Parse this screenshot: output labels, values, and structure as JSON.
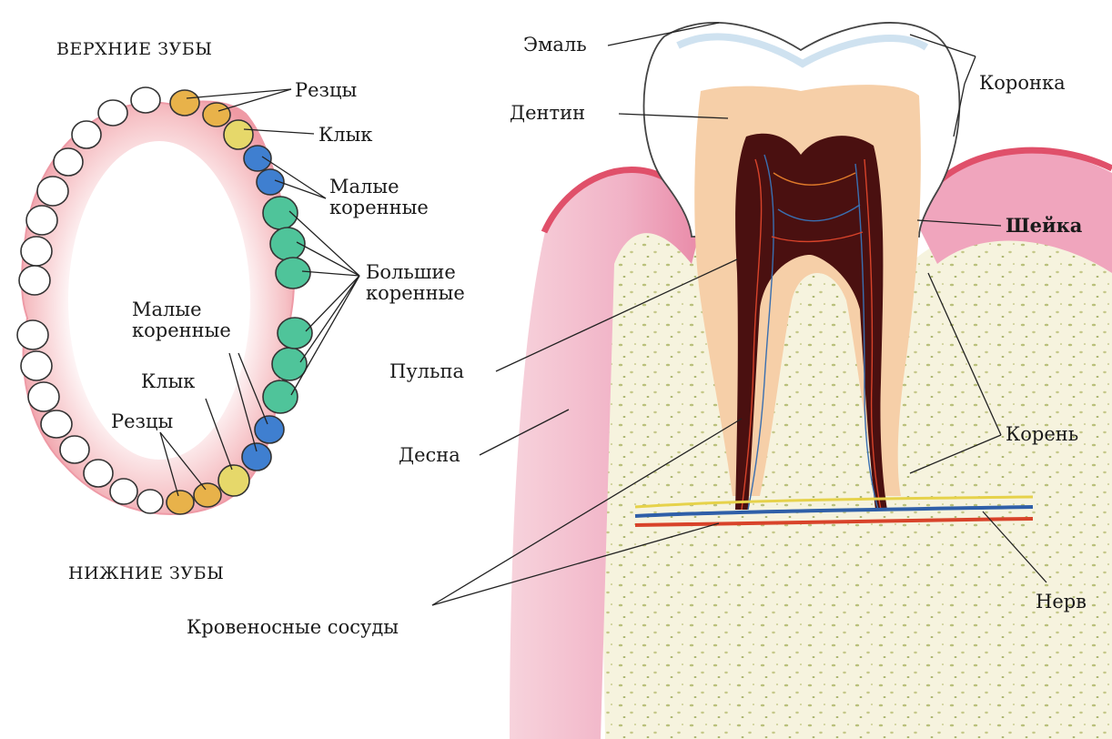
{
  "arch": {
    "upper_title": "ВЕРХНИЕ ЗУБЫ",
    "lower_title": "НИЖНИЕ ЗУБЫ",
    "upper_incisors": "Резцы",
    "upper_canine": "Клык",
    "upper_premolars": "Малые коренные",
    "molars": "Большие коренные",
    "lower_premolars": "Малые коренные",
    "lower_canine": "Клык",
    "lower_incisors": "Резцы",
    "blood_vessels": "Кровеносные сосуды"
  },
  "tooth": {
    "enamel": "Эмаль",
    "dentin": "Дентин",
    "crown": "Коронка",
    "neck": "Шейка",
    "pulp": "Пульпа",
    "gum": "Десна",
    "root": "Корень",
    "nerve": "Нерв"
  },
  "colors": {
    "incisor": "#e8b24a",
    "canine": "#e6d86a",
    "premolar": "#3f7fd0",
    "molar": "#4fc49a",
    "gum": "#f2b8c0",
    "dentin": "#f6cfa8",
    "pulp": "#4a1010",
    "bone": "#f4f1dc"
  }
}
